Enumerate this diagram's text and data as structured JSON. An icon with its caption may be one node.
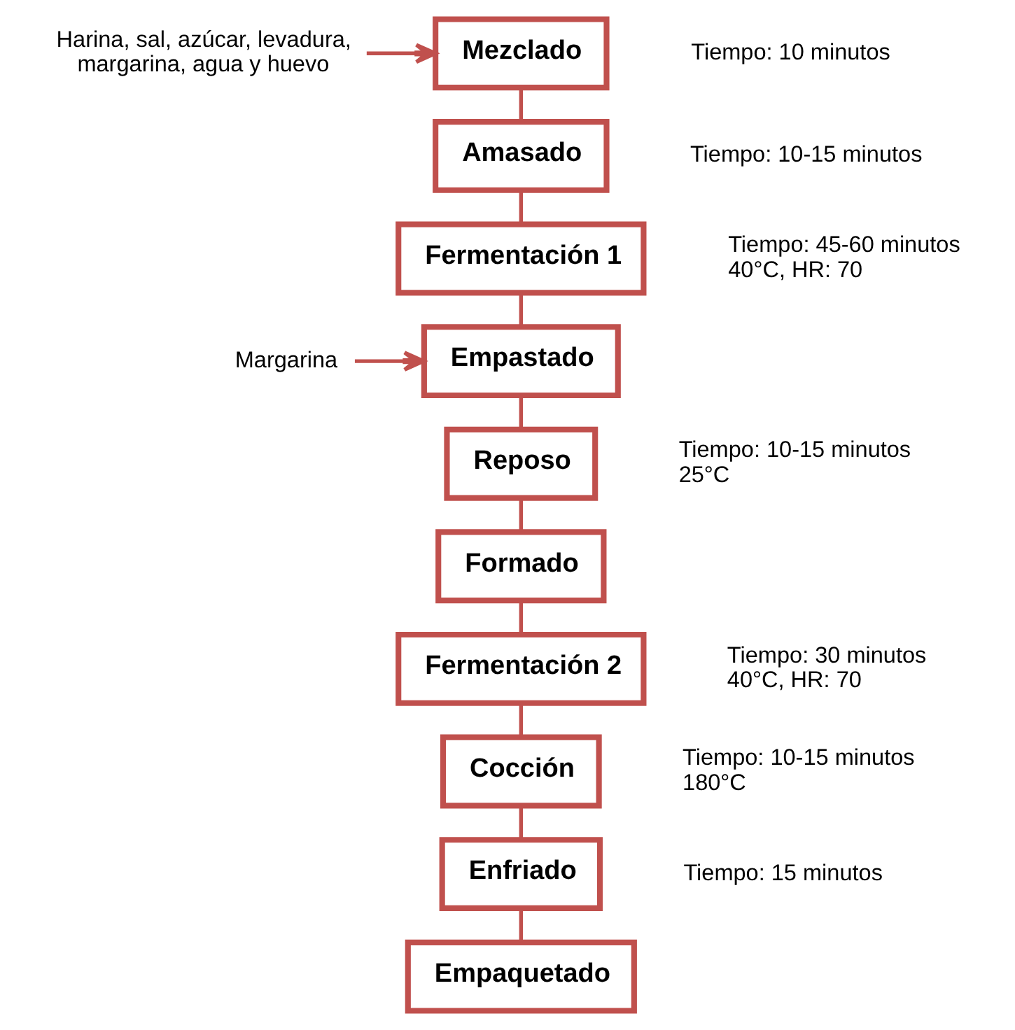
{
  "diagram": {
    "nodes": [
      {
        "text": [
          "Harina, sal, azúcar, levadura, margarina, agua y huevo"
        ]
      },
      {
        "text": [
          "Mezclado"
        ],
        "beside": [
          "Tiempo: 10 minutos"
        ]
      },
      {
        "text": [
          "Amasado"
        ],
        "beside": [
          "Tiempo: 10-15 minutos"
        ]
      },
      {
        "text": [
          "Fermentación 1"
        ],
        "beside": [
          "Tiempo: 45-60 minutos",
          "40°C, HR: 70"
        ]
      },
      {
        "text": [
          "Margarina"
        ]
      },
      {
        "text": [
          "Empastado"
        ]
      },
      {
        "text": [
          "Reposo"
        ],
        "beside": [
          "Tiempo: 10-15 minutos",
          "25°C"
        ]
      },
      {
        "text": [
          "Formado"
        ]
      },
      {
        "text": [
          "Fermentación 2"
        ],
        "beside": [
          "Tiempo: 30 minutos",
          "40°C, HR: 70"
        ]
      },
      {
        "text": [
          "Cocción"
        ],
        "beside": [
          "Tiempo: 10-15 minutos",
          "180°C"
        ]
      },
      {
        "text": [
          "Enfriado"
        ],
        "beside": [
          "Tiempo: 15 minutos"
        ]
      },
      {
        "text": [
          "Empaquetado"
        ]
      }
    ],
    "edges": [
      {
        "from": 0,
        "to": 1,
        "arrow": "to"
      },
      {
        "from": 1,
        "to": 2,
        "arrow": "none"
      },
      {
        "from": 2,
        "to": 3,
        "arrow": "none"
      },
      {
        "from": 3,
        "to": 5,
        "arrow": "none"
      },
      {
        "from": 4,
        "to": 5,
        "arrow": "to"
      },
      {
        "from": 5,
        "to": 6,
        "arrow": "none"
      },
      {
        "from": 6,
        "to": 7,
        "arrow": "none"
      },
      {
        "from": 7,
        "to": 8,
        "arrow": "none"
      },
      {
        "from": 8,
        "to": 9,
        "arrow": "none"
      },
      {
        "from": 9,
        "to": 10,
        "arrow": "none"
      },
      {
        "from": 10,
        "to": 11,
        "arrow": "none"
      }
    ]
  }
}
